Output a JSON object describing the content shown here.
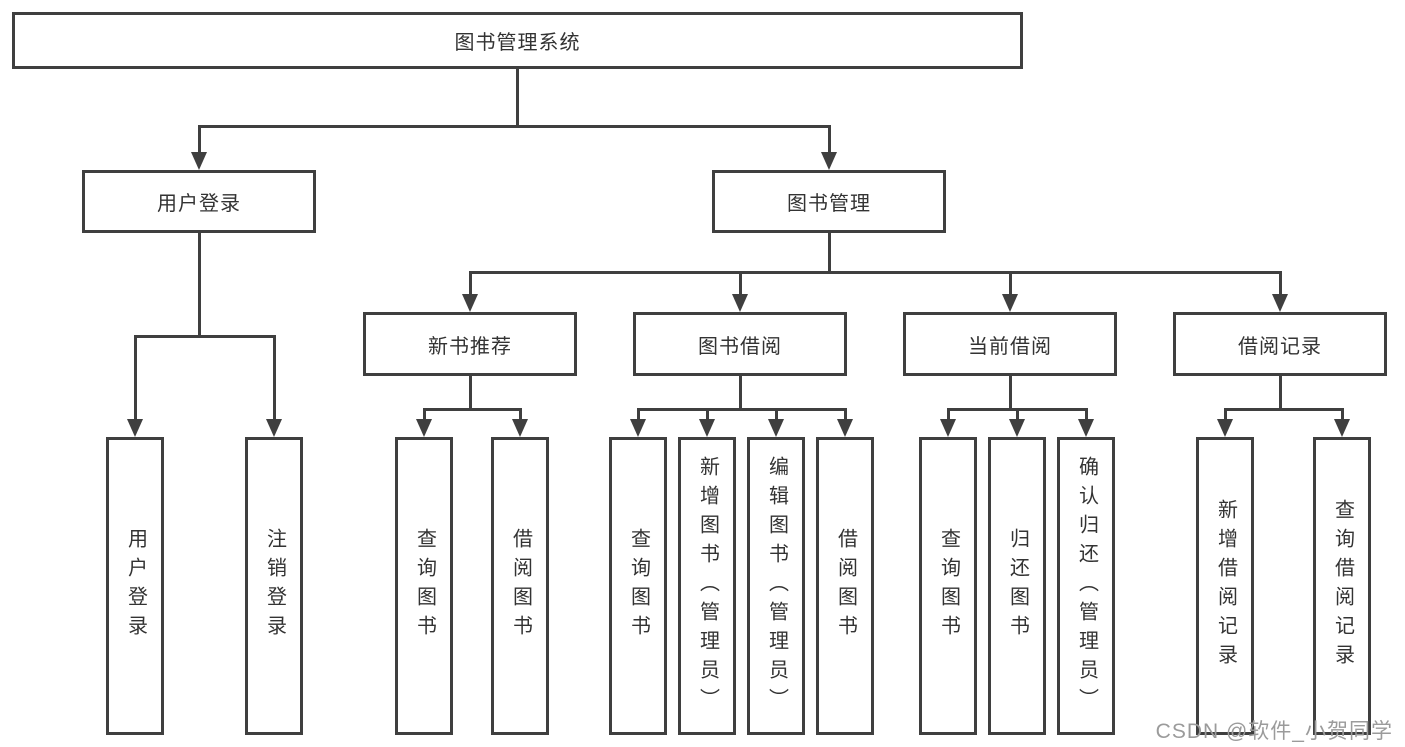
{
  "nodes": {
    "root": "图书管理系统",
    "level1": [
      "用户登录",
      "图书管理"
    ],
    "level2": [
      "新书推荐",
      "图书借阅",
      "当前借阅",
      "借阅记录"
    ],
    "leaves": [
      "用户登录",
      "注销登录",
      "查询图书",
      "借阅图书",
      "查询图书",
      "新增图书（管理员）",
      "编辑图书（管理员）",
      "借阅图书",
      "查询图书",
      "归还图书",
      "确认归还（管理员）",
      "新增借阅记录",
      "查询借阅记录"
    ]
  },
  "hierarchy": {
    "图书管理系统": [
      "用户登录",
      "图书管理"
    ],
    "用户登录": [
      "用户登录",
      "注销登录"
    ],
    "图书管理": [
      "新书推荐",
      "图书借阅",
      "当前借阅",
      "借阅记录"
    ],
    "新书推荐": [
      "查询图书",
      "借阅图书"
    ],
    "图书借阅": [
      "查询图书",
      "新增图书（管理员）",
      "编辑图书（管理员）",
      "借阅图书"
    ],
    "当前借阅": [
      "查询图书",
      "归还图书",
      "确认归还（管理员）"
    ],
    "借阅记录": [
      "新增借阅记录",
      "查询借阅记录"
    ]
  },
  "watermark": {
    "text": "CSDN @软件_小贺同学"
  },
  "colors": {
    "line": "#3f3f3f",
    "text": "#333333",
    "watermark": "#9b9b9b",
    "background": "#ffffff"
  }
}
